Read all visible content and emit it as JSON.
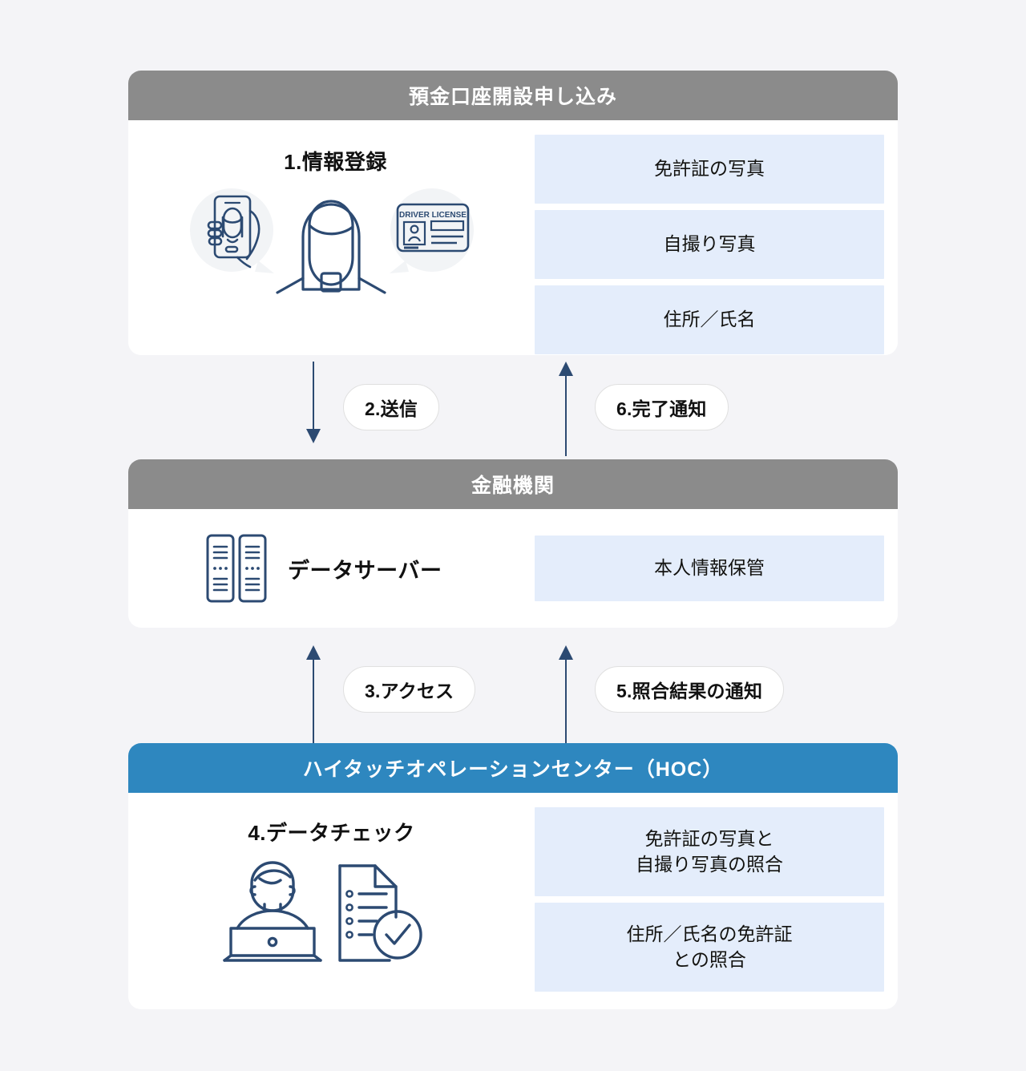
{
  "colors": {
    "page_background": "#f4f4f7",
    "header_gray": "#8b8b8b",
    "header_blue": "#2e87bf",
    "info_block": "#e4edfb",
    "line_navy": "#2c4a72",
    "card_white": "#ffffff"
  },
  "sections": [
    {
      "id": "deposit-account-application",
      "header": "預金口座開設申し込み",
      "header_style": "gray",
      "step_title": "1.情報登録",
      "illustration": "person-with-phone-selfie-and-driver-license",
      "license_card_label": "DRIVER LICENSE",
      "info_blocks": [
        "免許証の写真",
        "自撮り写真",
        "住所／氏名"
      ]
    },
    {
      "id": "financial-institution",
      "header": "金融機関",
      "header_style": "gray",
      "step_title": "データサーバー",
      "illustration": "data-server-racks",
      "info_blocks": [
        "本人情報保管"
      ]
    },
    {
      "id": "high-touch-operation-center",
      "header": "ハイタッチオペレーションセンター（HOC）",
      "header_style": "blue",
      "step_title": "4.データチェック",
      "illustration": "operator-at-laptop-with-checked-document",
      "info_blocks": [
        "免許証の写真と\n自撮り写真の照合",
        "住所／氏名の免許証\nとの照合"
      ]
    }
  ],
  "connectors": [
    {
      "id": "connector-top",
      "arrows": [
        {
          "label": "2.送信",
          "direction": "down"
        },
        {
          "label": "6.完了通知",
          "direction": "up"
        }
      ]
    },
    {
      "id": "connector-bottom",
      "arrows": [
        {
          "label": "3.アクセス",
          "direction": "up"
        },
        {
          "label": "5.照合結果の通知",
          "direction": "up"
        }
      ]
    }
  ]
}
